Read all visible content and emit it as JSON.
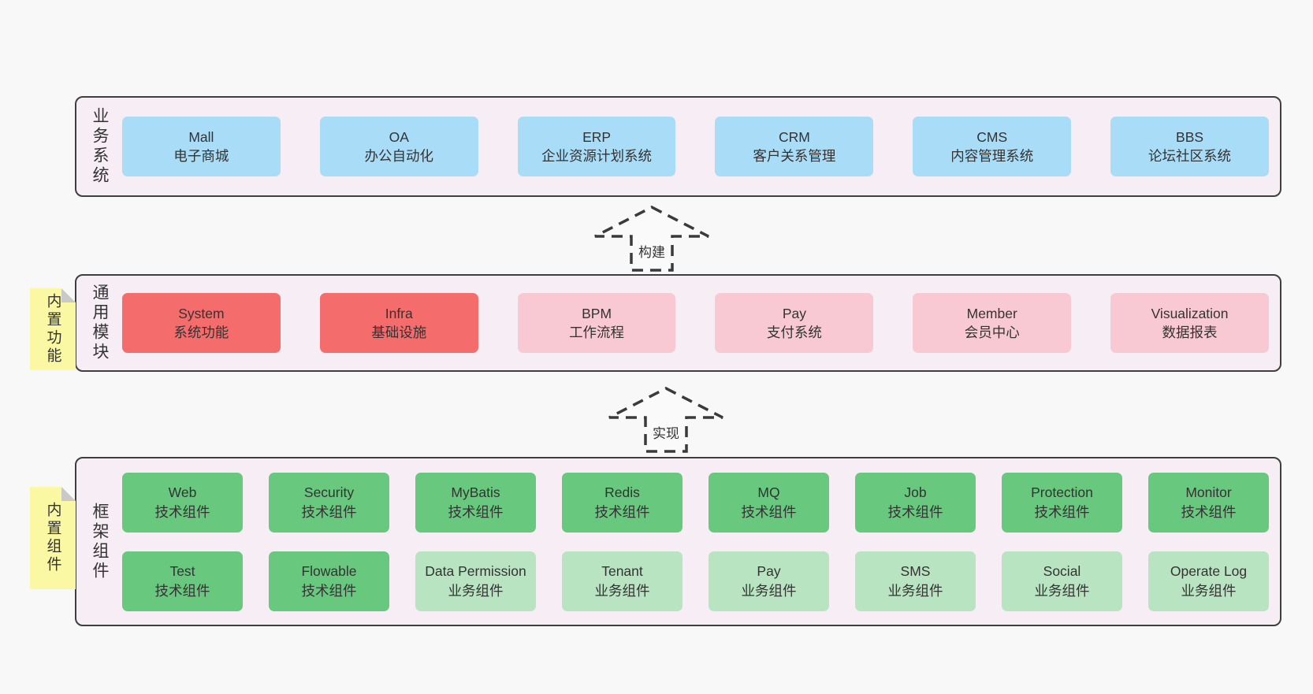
{
  "page": {
    "background": "#f8f8f8"
  },
  "palette": {
    "container_bg": "#f7edf4",
    "container_border": "#3f3f3f",
    "blue_box": "#a9dcf6",
    "red_box": "#f56c6c",
    "pink_box": "#f9c9d3",
    "green_box": "#67c87e",
    "light_green_box": "#b9e4c1",
    "note_yellow": "#fbf8a3",
    "note_fold_gray": "#c9c9c9",
    "text": "#333333"
  },
  "arrows": [
    {
      "label": "构建"
    },
    {
      "label": "实现"
    }
  ],
  "layers": [
    {
      "label": "业务系统",
      "rows": [
        [
          {
            "title": "Mall",
            "subtitle": "电子商城"
          },
          {
            "title": "OA",
            "subtitle": "办公自动化"
          },
          {
            "title": "ERP",
            "subtitle": "企业资源计划系统"
          },
          {
            "title": "CRM",
            "subtitle": "客户关系管理"
          },
          {
            "title": "CMS",
            "subtitle": "内容管理系统"
          },
          {
            "title": "BBS",
            "subtitle": "论坛社区系统"
          }
        ]
      ]
    },
    {
      "label": "通用模块",
      "note": "内置功能",
      "rows": [
        [
          {
            "title": "System",
            "subtitle": "系统功能"
          },
          {
            "title": "Infra",
            "subtitle": "基础设施"
          },
          {
            "title": "BPM",
            "subtitle": "工作流程"
          },
          {
            "title": "Pay",
            "subtitle": "支付系统"
          },
          {
            "title": "Member",
            "subtitle": "会员中心"
          },
          {
            "title": "Visualization",
            "subtitle": "数据报表"
          }
        ]
      ]
    },
    {
      "label": "框架组件",
      "note": "内置组件",
      "rows": [
        [
          {
            "title": "Web",
            "subtitle": "技术组件"
          },
          {
            "title": "Security",
            "subtitle": "技术组件"
          },
          {
            "title": "MyBatis",
            "subtitle": "技术组件"
          },
          {
            "title": "Redis",
            "subtitle": "技术组件"
          },
          {
            "title": "MQ",
            "subtitle": "技术组件"
          },
          {
            "title": "Job",
            "subtitle": "技术组件"
          },
          {
            "title": "Protection",
            "subtitle": "技术组件"
          },
          {
            "title": "Monitor",
            "subtitle": "技术组件"
          }
        ],
        [
          {
            "title": "Test",
            "subtitle": "技术组件"
          },
          {
            "title": "Flowable",
            "subtitle": "技术组件"
          },
          {
            "title": "Data Permission",
            "subtitle": "业务组件"
          },
          {
            "title": "Tenant",
            "subtitle": "业务组件"
          },
          {
            "title": "Pay",
            "subtitle": "业务组件"
          },
          {
            "title": "SMS",
            "subtitle": "业务组件"
          },
          {
            "title": "Social",
            "subtitle": "业务组件"
          },
          {
            "title": "Operate Log",
            "subtitle": "业务组件"
          }
        ]
      ]
    }
  ]
}
